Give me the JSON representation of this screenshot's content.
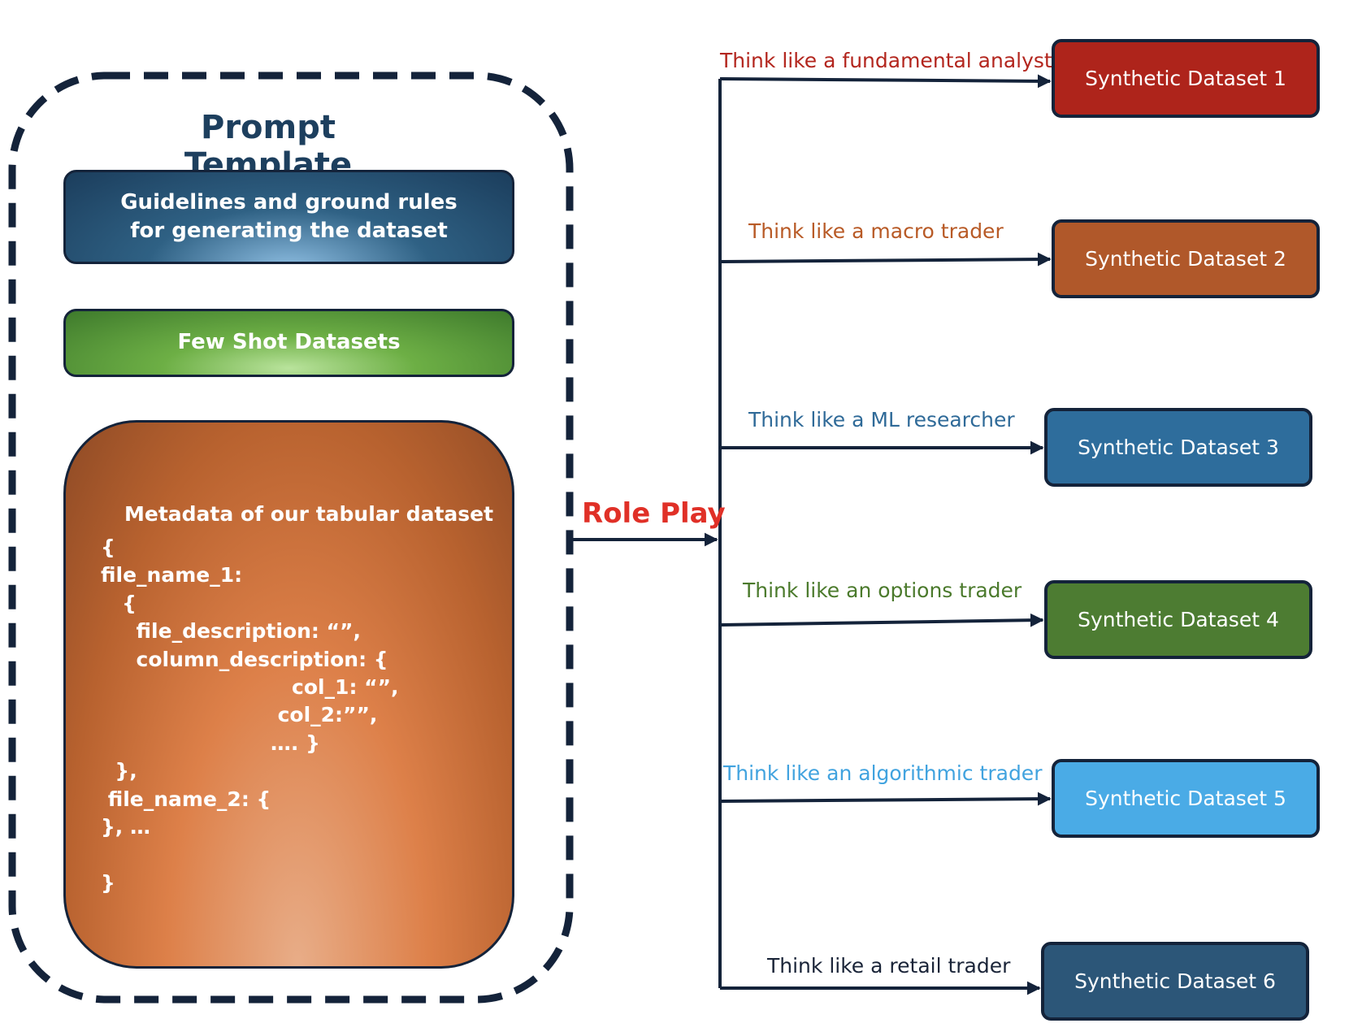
{
  "prompt_template": {
    "title": "Prompt Template",
    "guidelines_text": "Guidelines and ground rules for generating the dataset",
    "few_shot_text": "Few Shot Datasets",
    "metadata_title": "Metadata of our tabular dataset",
    "metadata_code": "{\nfile_name_1:\n   {\n     file_description: “”,\n     column_description: {\n                           col_1: “”,\n                         col_2:””,\n                        …. }\n  },\n file_name_2: {\n}, …\n\n}"
  },
  "role_play_label": "Role Play",
  "roles": [
    {
      "label": "Think like a fundamental analyst",
      "dataset": "Synthetic Dataset 1",
      "label_color": "#b3261e",
      "box_color": "#ae241b"
    },
    {
      "label": "Think like a macro trader",
      "dataset": "Synthetic Dataset 2",
      "label_color": "#b85a26",
      "box_color": "#b0582a"
    },
    {
      "label": "Think like a ML researcher",
      "dataset": "Synthetic Dataset 3",
      "label_color": "#2f6a98",
      "box_color": "#2e6d9c"
    },
    {
      "label": "Think like an options trader",
      "dataset": "Synthetic Dataset 4",
      "label_color": "#4b7a2c",
      "box_color": "#4d7c32"
    },
    {
      "label": "Think like an algorithmic trader",
      "dataset": "Synthetic Dataset 5",
      "label_color": "#41a3df",
      "box_color": "#4aabe6"
    },
    {
      "label": "Think like a retail trader",
      "dataset": "Synthetic Dataset 6",
      "label_color": "#1a2438",
      "box_color": "#2c5678"
    }
  ]
}
